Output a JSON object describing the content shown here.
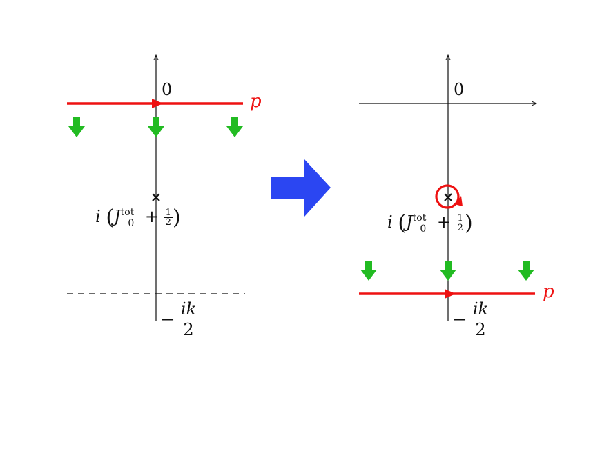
{
  "colors": {
    "contour": "#ee1111",
    "shift_arrow": "#22bb22",
    "big_arrow": "#2b46f2",
    "axis": "#111111"
  },
  "left_panel": {
    "origin_label": "0",
    "contour_label": "p",
    "pole_label": {
      "prefix": "i",
      "symbol": "J",
      "superscript": "tot",
      "subscript": "0",
      "plus": "+",
      "frac_num": "1",
      "frac_den": "2"
    },
    "lower_label": {
      "sign": "−",
      "numerator": "ik",
      "denominator": "2"
    }
  },
  "right_panel": {
    "origin_label": "0",
    "contour_label": "p",
    "pole_label": {
      "prefix": "i",
      "symbol": "J",
      "superscript": "tot",
      "subscript": "0",
      "plus": "+",
      "frac_num": "1",
      "frac_den": "2"
    },
    "lower_label": {
      "sign": "−",
      "numerator": "ik",
      "denominator": "2"
    }
  }
}
